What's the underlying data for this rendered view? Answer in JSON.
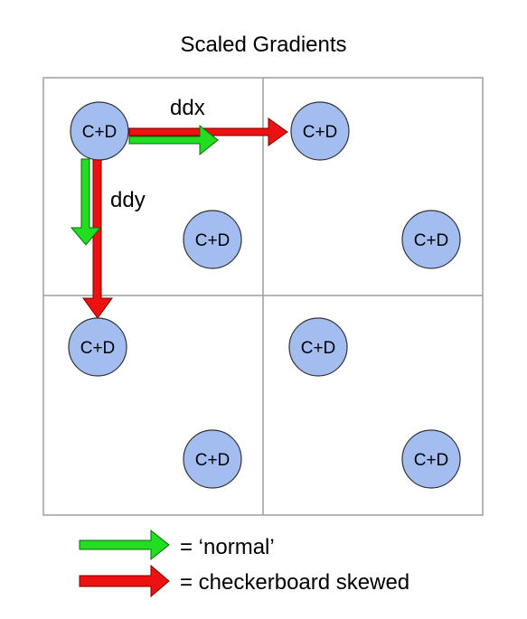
{
  "title": "Scaled Gradients",
  "labels": {
    "ddx": "ddx",
    "ddy": "ddy"
  },
  "node_label": "C+D",
  "nodes": [
    {
      "id": "q1-a"
    },
    {
      "id": "q1-b"
    },
    {
      "id": "q2-a"
    },
    {
      "id": "q2-b"
    },
    {
      "id": "q3-a"
    },
    {
      "id": "q3-b"
    },
    {
      "id": "q4-a"
    },
    {
      "id": "q4-b"
    }
  ],
  "legend": [
    {
      "label": "= ‘normal’",
      "color": "#22dd22"
    },
    {
      "label": "= checkerboard skewed",
      "color": "#ee1111"
    }
  ],
  "colors": {
    "node_fill": "#a4bdf0",
    "node_stroke": "#333333",
    "grid": "#9e9e9e",
    "green": "#22dd22",
    "red": "#ee1111"
  }
}
